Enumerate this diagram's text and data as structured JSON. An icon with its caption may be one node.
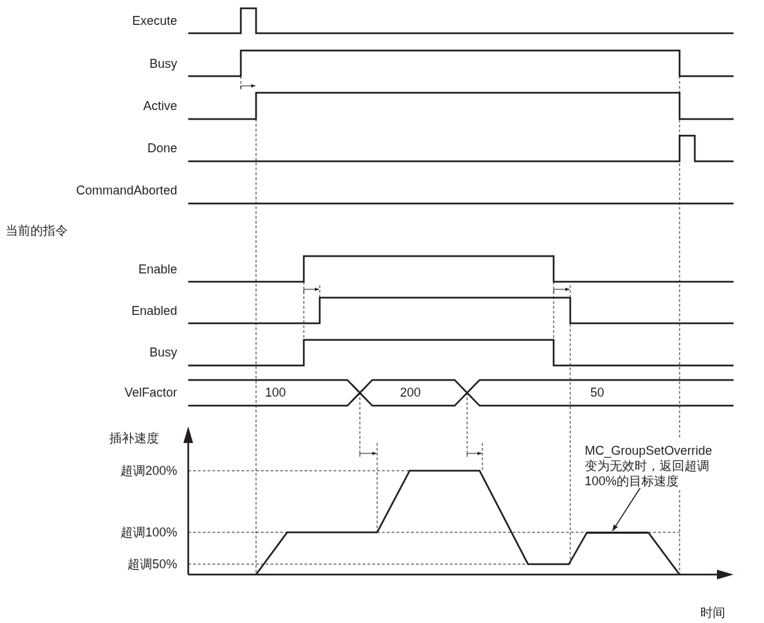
{
  "diagram": {
    "nodes": [
      {
        "text": [
          "MC_GroupSetOverride 变为无效时，返回超调 100%的目标速度"
        ]
      },
      {
        "text": [],
        "shape": "bar"
      }
    ],
    "edges": [
      {
        "from": 0,
        "to": 1,
        "arrow": "to"
      }
    ],
    "labels": [
      "Execute",
      "Busy",
      "Active",
      "Done",
      "CommandAborted",
      "当前的指令",
      "Enable",
      "Enabled",
      "Busy",
      "VelFactor",
      "100",
      "200",
      "50",
      "插补速度",
      "超调200%",
      "超调100%",
      "超调50%",
      "时间"
    ]
  }
}
